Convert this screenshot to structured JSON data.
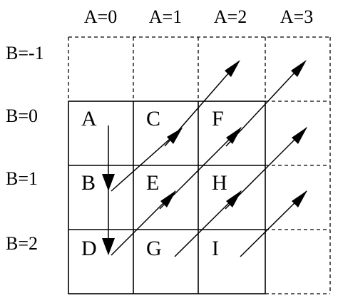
{
  "column_headers": [
    "A=0",
    "A=1",
    "A=2",
    "A=3"
  ],
  "row_headers": [
    "B=-1",
    "B=0",
    "B=1",
    "B=2"
  ],
  "cells": [
    {
      "label": "A",
      "col": 0,
      "row": 1
    },
    {
      "label": "C",
      "col": 1,
      "row": 1
    },
    {
      "label": "F",
      "col": 2,
      "row": 1
    },
    {
      "label": "B",
      "col": 0,
      "row": 2
    },
    {
      "label": "E",
      "col": 1,
      "row": 2
    },
    {
      "label": "H",
      "col": 2,
      "row": 2
    },
    {
      "label": "D",
      "col": 0,
      "row": 3
    },
    {
      "label": "G",
      "col": 1,
      "row": 3
    },
    {
      "label": "I",
      "col": 2,
      "row": 3
    }
  ],
  "arrows": [
    {
      "from": "A",
      "to": "B",
      "direction": "down"
    },
    {
      "from": "B",
      "to": "D",
      "direction": "down"
    },
    {
      "from": "B",
      "to": "C",
      "direction": "up-right"
    },
    {
      "from": "C",
      "to": "A=2,B=-1",
      "direction": "up-right"
    },
    {
      "from": "D",
      "to": "E",
      "direction": "up-right"
    },
    {
      "from": "E",
      "to": "F",
      "direction": "up-right"
    },
    {
      "from": "F",
      "to": "A=3,B=-1",
      "direction": "up-right"
    },
    {
      "from": "G",
      "to": "H",
      "direction": "up-right"
    },
    {
      "from": "H",
      "to": "A=3,B=0",
      "direction": "up-right"
    },
    {
      "from": "I",
      "to": "A=3,B=1",
      "direction": "up-right"
    }
  ]
}
